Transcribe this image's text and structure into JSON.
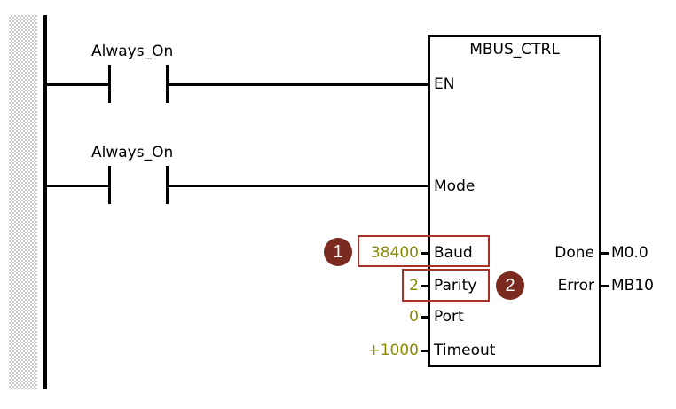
{
  "rungs": [
    {
      "contact_label": "Always_On"
    },
    {
      "contact_label": "Always_On"
    }
  ],
  "block": {
    "title": "MBUS_CTRL",
    "inputs": [
      {
        "pin": "EN",
        "value": ""
      },
      {
        "pin": "Mode",
        "value": ""
      },
      {
        "pin": "Baud",
        "value": "38400"
      },
      {
        "pin": "Parity",
        "value": "2"
      },
      {
        "pin": "Port",
        "value": "0"
      },
      {
        "pin": "Timeout",
        "value": "+1000"
      }
    ],
    "outputs": [
      {
        "pin": "Done",
        "value": "M0.0"
      },
      {
        "pin": "Error",
        "value": "MB10"
      }
    ]
  },
  "callouts": [
    {
      "number": "1",
      "target": "Baud"
    },
    {
      "number": "2",
      "target": "Parity"
    }
  ],
  "colors": {
    "constant_value": "#8a8a00",
    "callout_fill": "#7b2a20",
    "highlight_border": "#a83228"
  }
}
